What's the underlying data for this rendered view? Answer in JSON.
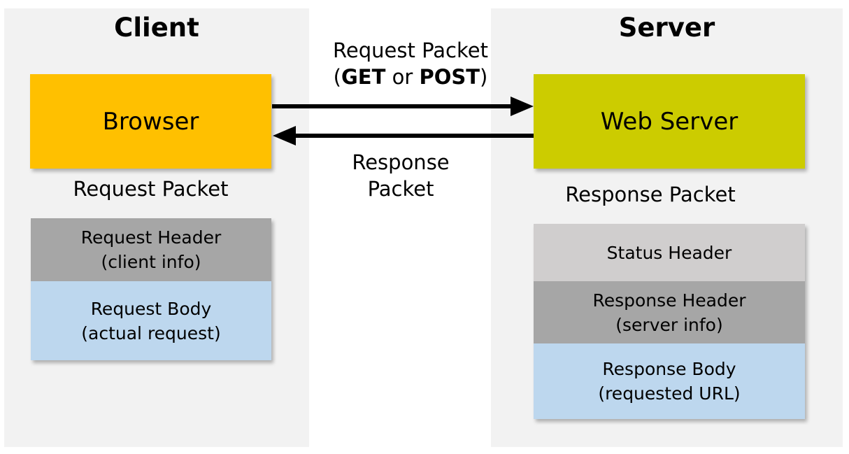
{
  "client": {
    "title": "Client",
    "browser_label": "Browser",
    "packet_caption": "Request Packet",
    "request_header": {
      "line1": "Request Header",
      "line2": "(client info)"
    },
    "request_body": {
      "line1": "Request Body",
      "line2": "(actual request)"
    }
  },
  "server": {
    "title": "Server",
    "webserver_label": "Web Server",
    "packet_caption": "Response Packet",
    "status_header": "Status Header",
    "response_header": {
      "line1": "Response Header",
      "line2": "(server info)"
    },
    "response_body": {
      "line1": "Response Body",
      "line2": "(requested URL)"
    }
  },
  "arrows": {
    "request": {
      "line1": "Request Packet",
      "open_paren": "(",
      "method1": "GET",
      "or_word": " or ",
      "method2": "POST",
      "close_paren": ")"
    },
    "response": {
      "line1": "Response",
      "line2": "Packet"
    }
  },
  "colors": {
    "panel_bg": "#f2f2f2",
    "browser": "#ffc000",
    "webserver": "#cccc00",
    "header_gray": "#a6a6a6",
    "status_gray": "#d0cece",
    "body_blue": "#bdd7ee"
  }
}
